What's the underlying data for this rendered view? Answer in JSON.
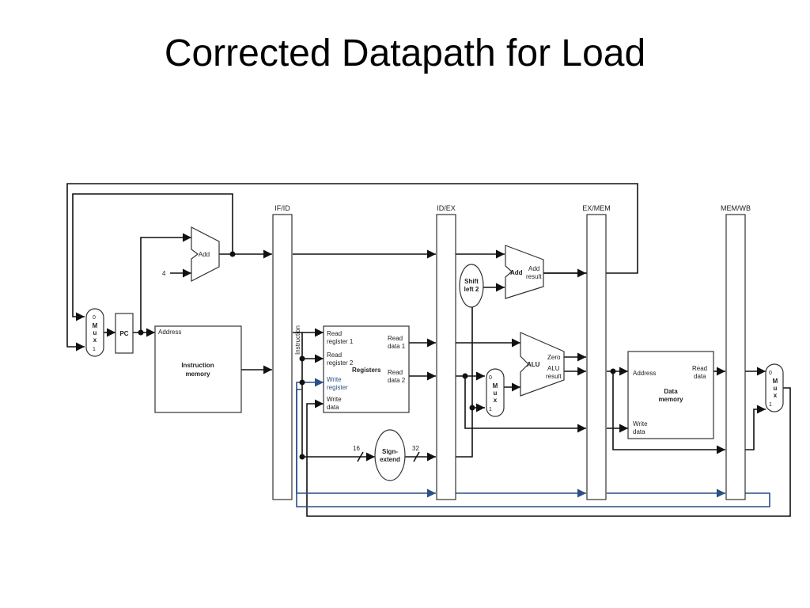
{
  "title": "Corrected Datapath for Load",
  "pipeline_registers": [
    "IF/ID",
    "ID/EX",
    "EX/MEM",
    "MEM/WB"
  ],
  "mux": {
    "zero": "0",
    "one": "1",
    "letters": [
      "M",
      "u",
      "x"
    ]
  },
  "pc": "PC",
  "adder_if": "Add",
  "constant_four": "4",
  "instruction_memory": {
    "address": "Address",
    "line1": "Instruction",
    "line2": "memory"
  },
  "instruction_label": "Instruction",
  "registers": {
    "read_register_1": [
      "Read",
      "register 1"
    ],
    "read_register_2": [
      "Read",
      "register 2"
    ],
    "write_register": [
      "Write",
      "register"
    ],
    "write_data": [
      "Write",
      "data"
    ],
    "read_data_1": [
      "Read",
      "data 1"
    ],
    "read_data_2": [
      "Read",
      "data 2"
    ],
    "name": "Registers"
  },
  "sign_extend": {
    "line1": "Sign-",
    "line2": "extend",
    "in_bits": "16",
    "out_bits": "32"
  },
  "shift_left": {
    "line1": "Shift",
    "line2": "left 2"
  },
  "branch_adder": {
    "name": "Add",
    "result_line1": "Add",
    "result_line2": "result"
  },
  "alu": {
    "name": "ALU",
    "zero": "Zero",
    "result_line1": "ALU",
    "result_line2": "result"
  },
  "data_memory": {
    "address": "Address",
    "read_data": [
      "Read",
      "data"
    ],
    "write_data": [
      "Write",
      "data"
    ],
    "line1": "Data",
    "line2": "memory"
  },
  "colors": {
    "wire": "#111111",
    "write_register_path": "#2c4f86"
  }
}
